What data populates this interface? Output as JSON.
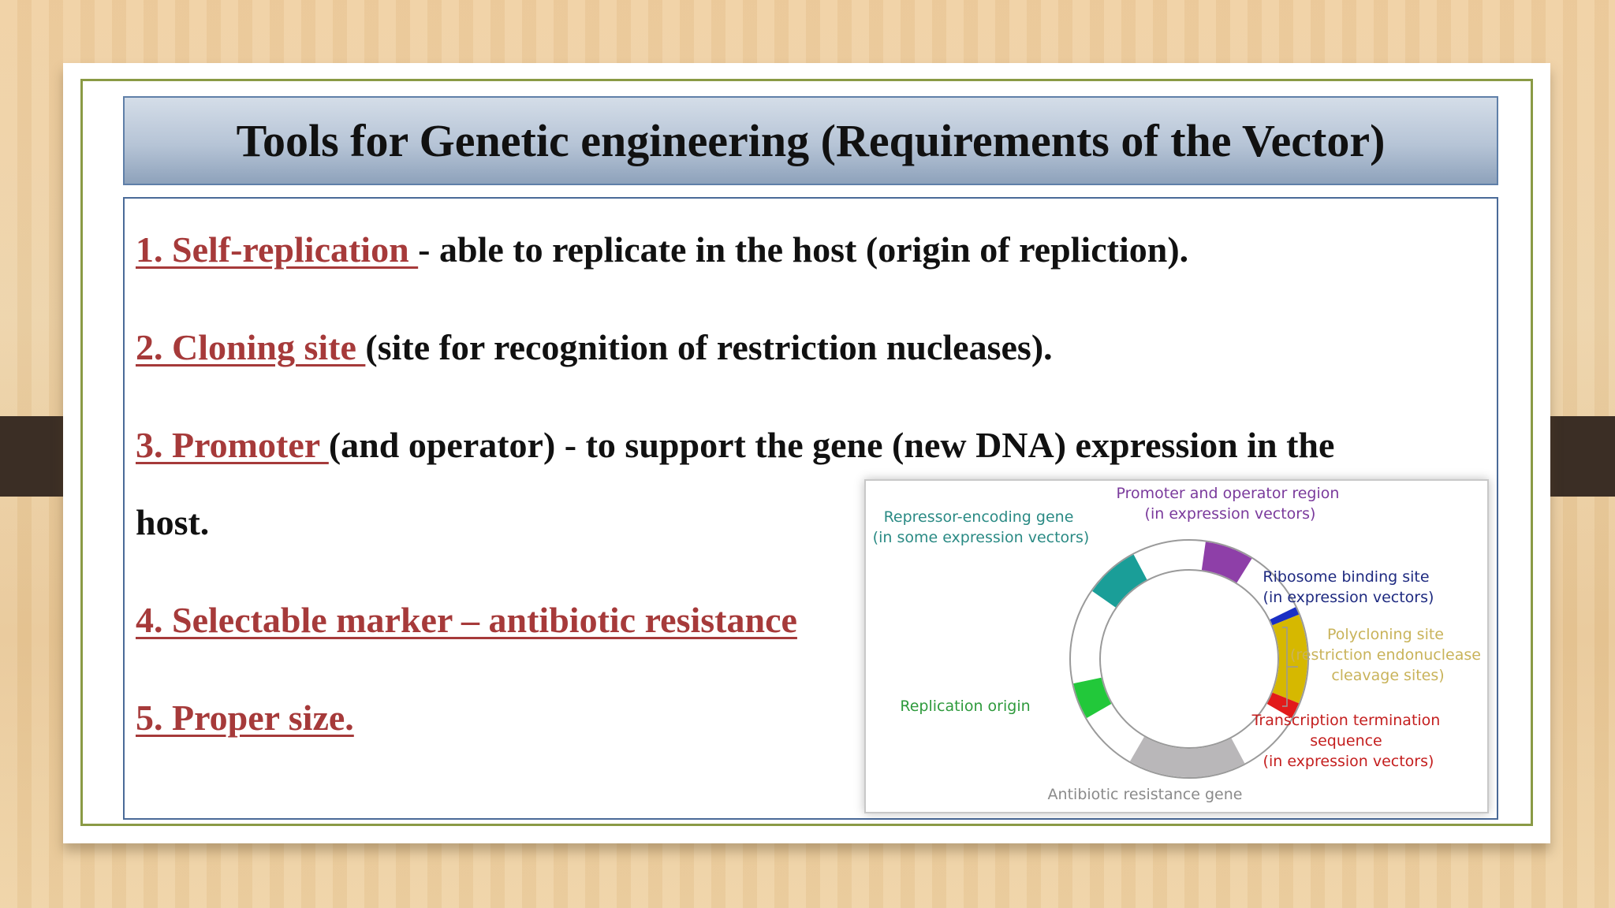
{
  "slide": {
    "title": "Tools for Genetic engineering (Requirements of the Vector)",
    "items": [
      {
        "term": "1. Self-replication ",
        "text": "- able to replicate in the host (origin of repliction)."
      },
      {
        "term": "2. Cloning site ",
        "text": "(site for recognition of restriction nucleases)."
      },
      {
        "term": "3. Promoter ",
        "text": "(and operator) -  to support the gene (new DNA) expression in the"
      },
      {
        "term": "",
        "text": "host."
      },
      {
        "term": "4. Selectable marker – antibiotic resistance",
        "text": ""
      },
      {
        "term": "5. Proper size.",
        "text": ""
      }
    ]
  },
  "diagram": {
    "labels": {
      "promoter": [
        "Promoter and operator region",
        "(in expression vectors)"
      ],
      "repressor": [
        "Repressor-encoding gene",
        "(in some expression vectors)"
      ],
      "ribosome": [
        "Ribosome binding site",
        "(in expression vectors)"
      ],
      "polycloning": [
        "Polycloning site",
        "(restriction endonuclease",
        "cleavage sites)"
      ],
      "replication": [
        "Replication origin"
      ],
      "termination": [
        "Transcription termination",
        "sequence",
        "(in expression vectors)"
      ],
      "antibiotic": [
        "Antibiotic resistance gene"
      ]
    },
    "colors": {
      "promoter": "#8e3fa8",
      "repressor": "#1a9e98",
      "ribosome": "#1a2fc4",
      "polycloning": "#d6b800",
      "replication": "#22c83a",
      "termination": "#e21a1a",
      "antibiotic": "#b9b7b9",
      "label_promoter": "#7a3a9c",
      "label_repressor": "#2a8a84",
      "label_ribosome": "#1e2a80",
      "label_polycloning": "#c9b35a",
      "label_replication": "#2e9a3c",
      "label_termination": "#c41e1e",
      "label_antibiotic": "#8a8a8a"
    }
  }
}
